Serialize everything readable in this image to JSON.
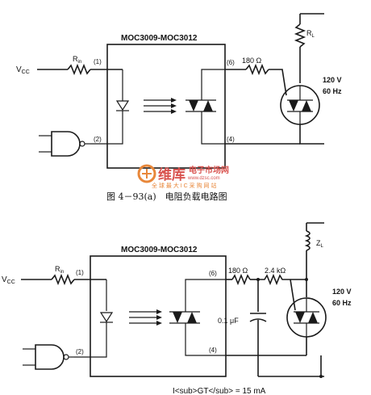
{
  "colors": {
    "ink": "#1a1a1a",
    "watermark_red": "#d9534f",
    "watermark_orange": "#e8873a"
  },
  "circuit_a": {
    "chip_label": "MOC3009-MOC3012",
    "supply_label": "V",
    "supply_sub": "CC",
    "input_resistor_label": "R",
    "input_resistor_sub": "in",
    "pin1": "(1)",
    "pin2": "(2)",
    "pin6": "(6)",
    "pin4": "(4)",
    "gate_resistor": "180 Ω",
    "load_label": "R",
    "load_sub": "L",
    "mains_voltage": "120 V",
    "mains_freq": "60 Hz",
    "caption": "图 4－93(a)　电阻负载电路图"
  },
  "circuit_b": {
    "chip_label": "MOC3009-MOC3012",
    "supply_label": "V",
    "supply_sub": "CC",
    "input_resistor_label": "R",
    "input_resistor_sub": "in",
    "pin1": "(1)",
    "pin2": "(2)",
    "pin6": "(6)",
    "pin4": "(4)",
    "gate_resistor": "180 Ω",
    "snubber_resistor": "2.4 kΩ",
    "snubber_cap": "0.1 μF",
    "load_label": "Z",
    "load_sub": "L",
    "mains_voltage": "120 V",
    "mains_freq": "60 Hz",
    "bottom_text": "I<sub>GT</sub> = 15 mA"
  },
  "watermark": {
    "brand": "维库",
    "title": "电子市场网",
    "url": "www.dzsc.com",
    "slogan": "全 球 最 大 I C 采 购 网 站"
  }
}
